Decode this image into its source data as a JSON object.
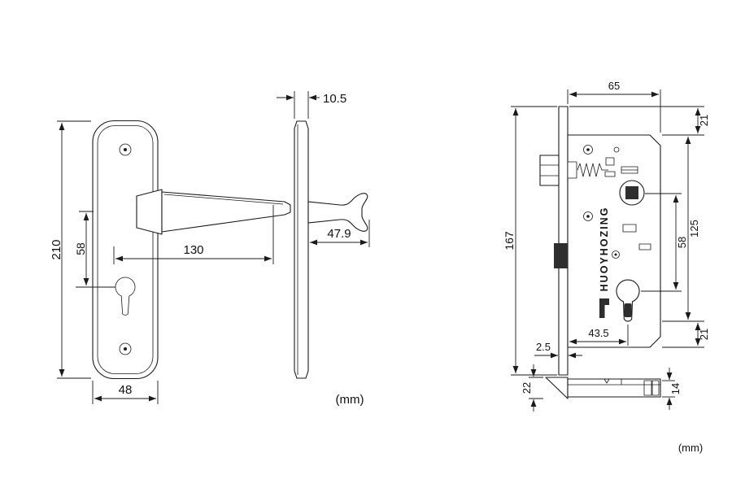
{
  "colors": {
    "line": "#1a1a1a",
    "dark_fill": "#2e2e2e",
    "background": "#ffffff"
  },
  "views": {
    "front": {
      "dims": {
        "height": "210",
        "handle_to_cylinder": "58",
        "handle_length": "130",
        "plate_width": "48"
      }
    },
    "side": {
      "dims": {
        "plate_thickness": "10.5",
        "handle_projection": "47.9"
      },
      "units_label": "(mm)"
    },
    "lock_body": {
      "brand_text": "HUOYHOZING",
      "dims": {
        "body_width": "65",
        "top_margin": "21",
        "faceplate_height": "167",
        "body_height": "125",
        "spindle_to_cylinder": "58",
        "backset": "43.5",
        "faceplate_thickness": "2.5",
        "bottom_margin": "21"
      }
    },
    "lock_bottom": {
      "dims": {
        "depth": "22",
        "faceplate_width": "14"
      },
      "units_label": "(mm)"
    }
  }
}
